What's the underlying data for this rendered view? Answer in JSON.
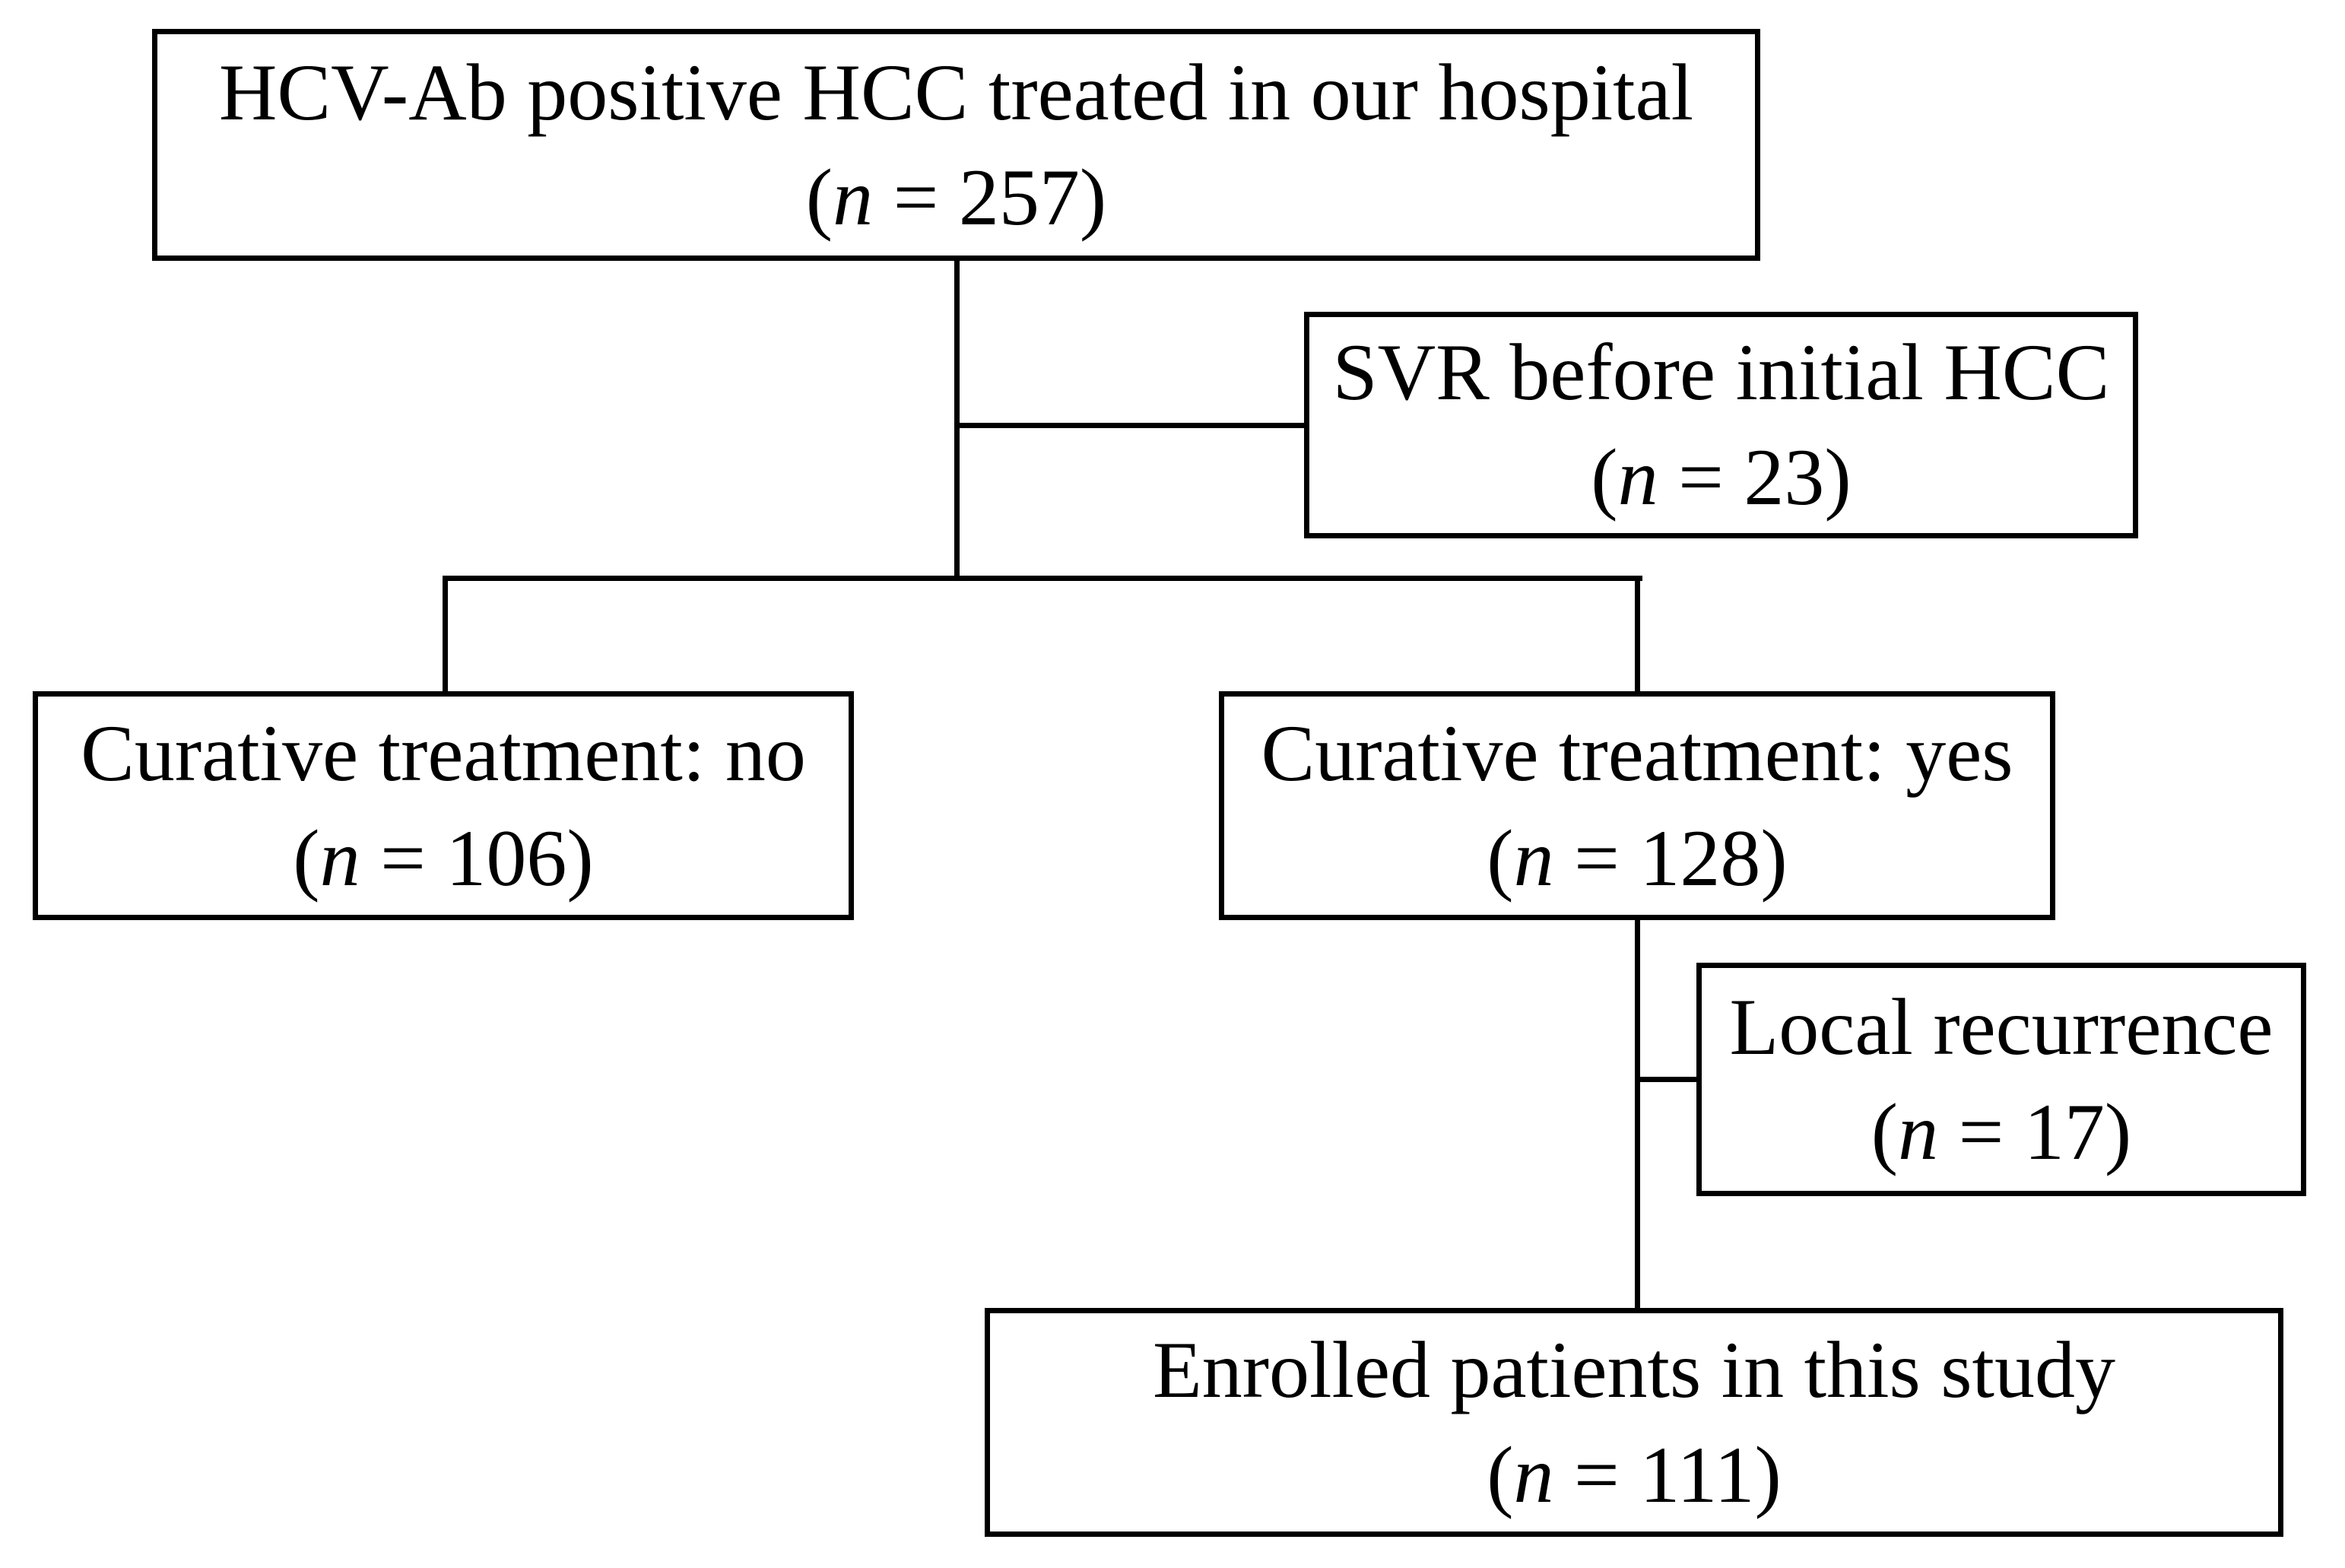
{
  "colors": {
    "background": "#ffffff",
    "line": "#000000",
    "text": "#000000"
  },
  "n_format": {
    "open": "(",
    "var": "n",
    "eq": " = ",
    "close": ")"
  },
  "boxes": [
    {
      "id": "hcv-source",
      "title": "HCV-Ab positive HCC treated in our hospital",
      "n_value": "257"
    },
    {
      "id": "svr-excluded",
      "title": "SVR before initial HCC",
      "n_value": "23"
    },
    {
      "id": "curative-no",
      "title": "Curative treatment: no",
      "n_value": "106"
    },
    {
      "id": "curative-yes",
      "title": "Curative treatment: yes",
      "n_value": "128"
    },
    {
      "id": "local-recurrence",
      "title": "Local recurrence",
      "n_value": "17"
    },
    {
      "id": "enrolled",
      "title": "Enrolled patients in this study",
      "n_value": "111"
    }
  ]
}
